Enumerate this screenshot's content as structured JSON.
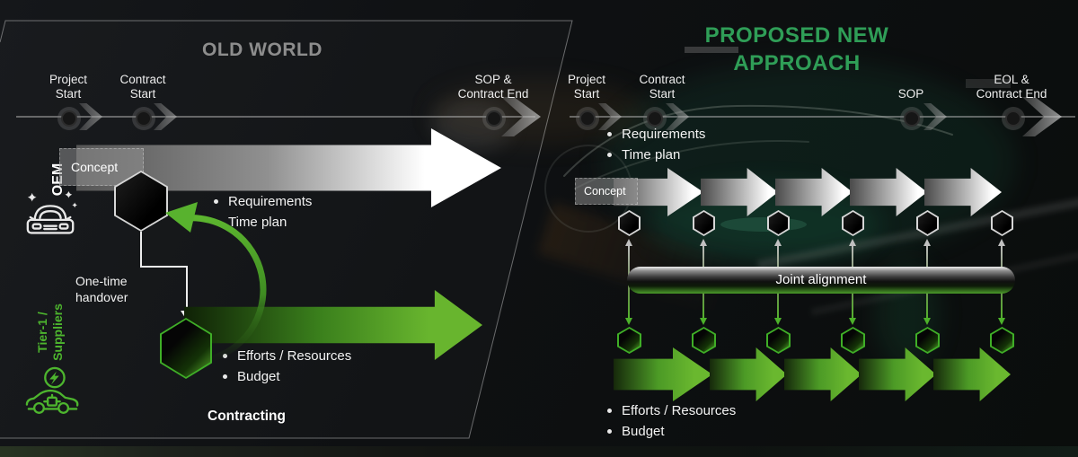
{
  "colors": {
    "title_green": "#2f9e57",
    "arrow_green": "#6ab82f",
    "title_gray": "#8d8d8d",
    "background": "#0e1011"
  },
  "old_world": {
    "title": "OLD WORLD",
    "milestones": [
      {
        "label": "Project\nStart"
      },
      {
        "label": "Contract\nStart"
      },
      {
        "label": "SOP &\nContract End"
      }
    ],
    "oem_lane": {
      "label": "OEM",
      "icon": "car-sparkle-icon",
      "concept_label": "Concept",
      "bullets": [
        "Requirements",
        "Time plan"
      ]
    },
    "handover_label": "One-time\nhandover",
    "tier1_lane": {
      "label": "Tier-1 /\nSuppliers",
      "icon": "ev-car-icon",
      "bullets": [
        "Efforts / Resources",
        "Budget"
      ]
    },
    "footer_label": "Contracting"
  },
  "new_approach": {
    "title": "PROPOSED NEW\nAPPROACH",
    "milestones": [
      {
        "label": "Project\nStart"
      },
      {
        "label": "Contract\nStart"
      },
      {
        "label": "SOP"
      },
      {
        "label": "EOL &\nContract End"
      }
    ],
    "top_bullets": [
      "Requirements",
      "Time plan"
    ],
    "concept_label": "Concept",
    "joint_alignment_label": "Joint alignment",
    "bottom_bullets": [
      "Efforts / Resources",
      "Budget"
    ]
  }
}
